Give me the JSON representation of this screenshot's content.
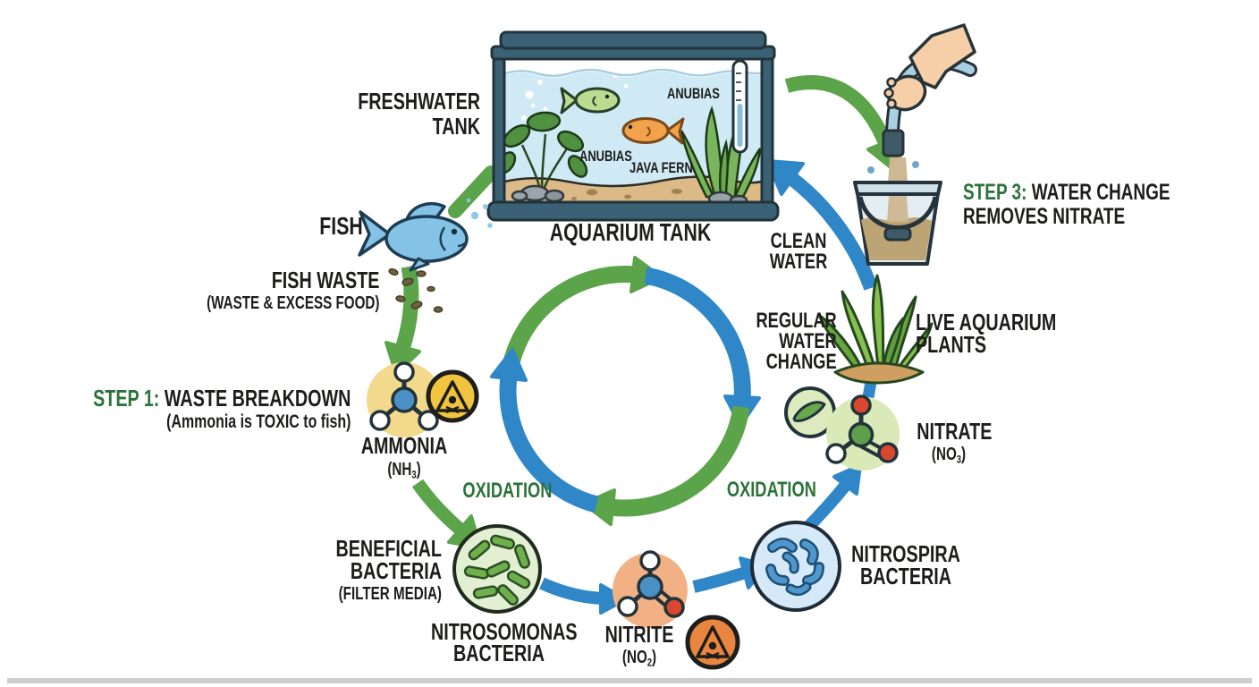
{
  "palette": {
    "text": "#1d1d1b",
    "green_text": "#2b7339",
    "arrow_green": "#5ba44a",
    "arrow_blue": "#2f87c8",
    "tank_frame": "#3b6274",
    "water": "#cfe9f5",
    "sand": "#dcba88",
    "ammonia_circle": "#f3d98b",
    "warning_yellow": "#f0c43f",
    "nitrite_circle": "#f2b184",
    "warning_orange": "#e8853f",
    "bacteria_circle": "#e3efd2",
    "nitrospira_circle": "#d6e9f8",
    "nitrate_circle": "#d9e9b7",
    "toxic_red": "#d9472e"
  },
  "tank": {
    "label_line1": "FRESHWATER",
    "label_line2": "TANK",
    "caption": "AQUARIUM TANK",
    "plant_label_top": "ANUBIAS",
    "plant_label_left": "ANUBIAS",
    "plant_label_right": "JAVA FERN"
  },
  "fish": {
    "label": "FISH"
  },
  "fish_waste": {
    "label": "FISH WASTE",
    "sub": "(WASTE & EXCESS FOOD)"
  },
  "step1": {
    "prefix": "STEP 1:",
    "title": " WASTE BREAKDOWN",
    "sub": "(Ammonia is TOXIC to fish)"
  },
  "ammonia": {
    "label": "AMMONIA",
    "formula_pre": "(NH",
    "formula_sub": "3",
    "formula_post": ")"
  },
  "oxidation_left": {
    "label": "OXIDATION"
  },
  "beneficial": {
    "line1": "BENEFICIAL",
    "line2": "BACTERIA",
    "sub": "(FILTER MEDIA)"
  },
  "nitrosomonas": {
    "line1": "NITROSOMONAS",
    "line2": "BACTERIA"
  },
  "nitrite": {
    "label": "NITRITE",
    "formula_pre": "(NO",
    "formula_sub": "2",
    "formula_post": ")"
  },
  "nitrospira": {
    "line1": "NITROSPIRA",
    "line2": "BACTERIA"
  },
  "oxidation_right": {
    "label": "OXIDATION"
  },
  "nitrate": {
    "label": "NITRATE",
    "formula_pre": "(NO",
    "formula_sub": "3",
    "formula_post": ")"
  },
  "plants": {
    "line1": "LIVE AQUARIUM",
    "line2": "PLANTS"
  },
  "water_change": {
    "line1": "REGULAR",
    "line2": "WATER",
    "line3": "CHANGE"
  },
  "clean_water": {
    "line1": "CLEAN",
    "line2": "WATER"
  },
  "step3": {
    "prefix": "STEP 3:",
    "title": " WATER CHANGE",
    "line2": "REMOVES NITRATE"
  }
}
